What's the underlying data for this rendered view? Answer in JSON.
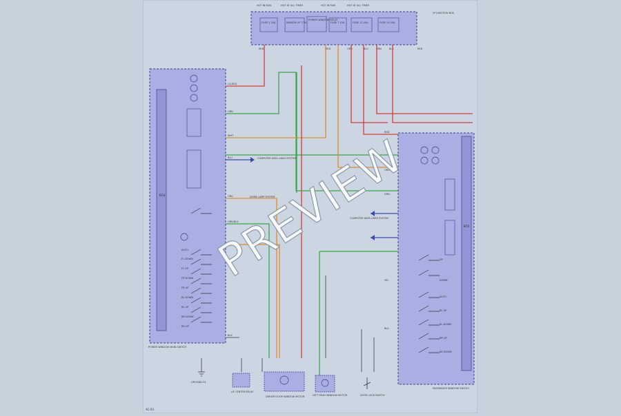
{
  "watermark": "PREVIEW",
  "page_ref": "AC-03",
  "colors": {
    "background": "#c8d2dc",
    "sheet": "#ccd6e2",
    "module_fill": "#a9afe3",
    "module_stroke": "#3c3f8c",
    "wire_red": "#d63a3a",
    "wire_green": "#3aa64a",
    "wire_orange": "#e38a2e",
    "wire_black": "#3a3a3a",
    "wire_blue": "#3a4ab0",
    "watermark_fill": "#ffffff"
  },
  "icons": {
    "motor": "circle-m",
    "switch": "contact-switch",
    "ground": "ground-symbol",
    "connector": "arrow-connector"
  },
  "modules": {
    "junction_box": {
      "header_labels": [
        "HOT IN RUN",
        "HOT AT ALL TIMES",
        "HOT IN RUN",
        "HOT AT ALL TIMES"
      ],
      "fuse_labels": [
        "FUSE 2 25A",
        "MIRROR UP 7.5A",
        "POWER WINDOW RELAY",
        "FUSE 7 10A",
        "FUSE 12 40A",
        "FUSE 15 40A"
      ],
      "side_label": "I/P JUNCTION BOX",
      "pin_labels": [
        "RED",
        "RED",
        "ORG",
        "BLU",
        "GRN",
        "BLK",
        "RED"
      ]
    },
    "master_switch": {
      "title": "POWER WINDOW MAIN SWITCH",
      "inner_label": "ECU",
      "switches": [
        "AUTO",
        "FL DOWN",
        "FL UP",
        "FR DOWN",
        "FR UP",
        "RL DOWN",
        "RL UP",
        "RR DOWN",
        "RR UP"
      ],
      "wire_labels": [
        "LG-RED",
        "GRN",
        "WHT",
        "ORG",
        "BLU",
        "GRN-BLK",
        "YEL",
        "BLK"
      ]
    },
    "passenger_switch": {
      "title": "PASSENGER WINDOW SWITCH",
      "inner_label": "ECU",
      "switches": [
        "UP",
        "DOWN",
        "AUTO",
        "RL UP",
        "RL DOWN",
        "RR UP",
        "RR DOWN"
      ],
      "wire_labels": [
        "RED",
        "GRN",
        "ORG",
        "YEL",
        "BLK"
      ]
    }
  },
  "callouts": {
    "computer_data_left": "COMPUTER DATA LINES SYSTEM",
    "computer_data_right": "COMPUTER DATA LINES SYSTEM",
    "dome_lamp": "DOME LAMP SYSTEM"
  },
  "bottom_components": [
    {
      "name": "GROUND G1"
    },
    {
      "name": "LIF CENTER RELAY"
    },
    {
      "name": "DRIVER DOOR WINDOW MOTOR"
    },
    {
      "name": "LEFT REAR WINDOW MOTOR"
    },
    {
      "name": "DOOR LOCK SWITCH"
    }
  ]
}
